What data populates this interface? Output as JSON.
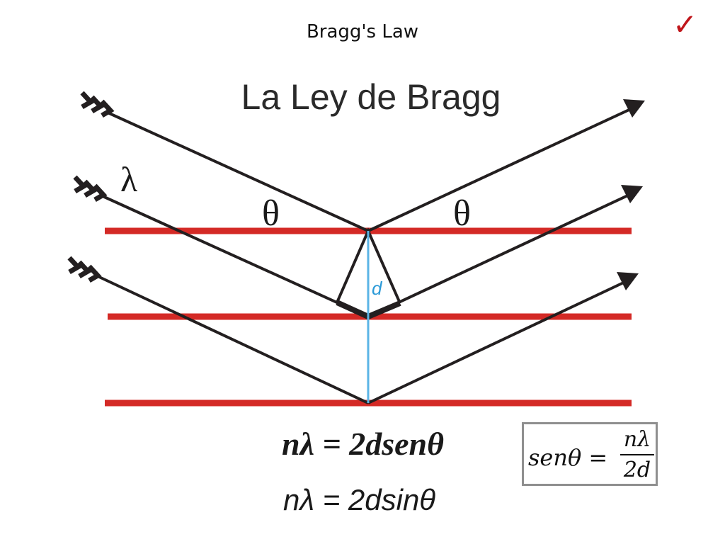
{
  "slide": {
    "title": "Bragg's Law",
    "check_icon": "✓",
    "check_color": "#c0161b"
  },
  "diagram": {
    "title": "La Ley de Bragg",
    "lambda": "λ",
    "theta_left": "θ",
    "theta_right": "θ",
    "d": "d",
    "colors": {
      "planes": "#d42a26",
      "rays": "#231f20",
      "spacing": "#5bb4e6"
    }
  },
  "equations": {
    "main": "nλ = 2dsenθ",
    "second": "nλ = 2dsinθ",
    "boxed": {
      "lhs": "senθ =",
      "numerator": "nλ",
      "denominator": "2d"
    }
  }
}
